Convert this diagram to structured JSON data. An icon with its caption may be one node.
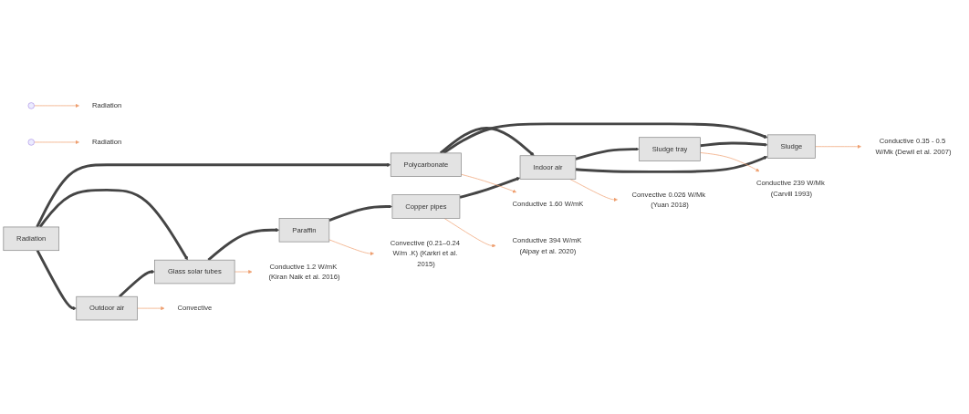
{
  "diagram": {
    "nodes": [
      {
        "text": [
          "Conductive 1.60 W/mK"
        ]
      },
      {
        "text": [
          "Polycarbonate"
        ]
      },
      {
        "text": [
          "Radiation"
        ]
      },
      {
        "text": [
          "Conductive 1.2 W/mK (Kiran Naik et al. 2016)"
        ]
      },
      {
        "text": [
          "Conductive 394 W/mK (Alpay et al. 2020)"
        ]
      },
      {
        "text": [
          "Convective 0.026 W/Mk (Yuan 2018)"
        ]
      },
      {
        "text": [
          "Conductive 239 W/Mk (Carvill 1993)"
        ]
      },
      {
        "text": [
          "Conductive 0.35 - 0.5 W/Mk (Dewil et al. 2007)"
        ]
      },
      {
        "text": [
          "Radiation"
        ]
      },
      {
        "text": [
          "Glass solar tubes"
        ]
      },
      {
        "text": [
          "Paraffin"
        ]
      },
      {
        "text": [
          "Copper pipes"
        ]
      },
      {
        "text": [
          "Indoor air"
        ]
      },
      {
        "text": [
          "Sludge tray"
        ]
      },
      {
        "text": [
          "Sludge"
        ]
      },
      {
        "text": [
          "Radiation"
        ]
      },
      {
        "text": [
          "Outdoor air"
        ]
      },
      {
        "text": [
          "Convective (0.21–0.24 W/m .K) (Karkri et al. 2015)"
        ]
      },
      {
        "text": [
          "Convective"
        ]
      }
    ],
    "edges": [
      {
        "from": 8,
        "to": 1,
        "arrow": "to"
      },
      {
        "from": 8,
        "to": 9,
        "arrow": "to"
      },
      {
        "from": 8,
        "to": 16,
        "arrow": "to"
      },
      {
        "from": 16,
        "to": 9,
        "arrow": "to"
      },
      {
        "from": 9,
        "to": 10,
        "arrow": "to"
      },
      {
        "from": 10,
        "to": 11,
        "arrow": "to"
      },
      {
        "from": 11,
        "to": 12,
        "arrow": "to"
      },
      {
        "from": 12,
        "to": 13,
        "arrow": "to"
      },
      {
        "from": 13,
        "to": 14,
        "arrow": "to"
      },
      {
        "from": 1,
        "to": 12,
        "arrow": "to"
      },
      {
        "from": 1,
        "to": 14,
        "arrow": "to"
      },
      {
        "from": 12,
        "to": 14,
        "arrow": "to"
      },
      {
        "from": 1,
        "to": 0,
        "arrow": "to",
        "color": "#f0a070"
      },
      {
        "from": null,
        "to": 2,
        "arrow": "to",
        "color": "#f0a070"
      },
      {
        "from": null,
        "to": 15,
        "arrow": "to",
        "color": "#f0a070"
      },
      {
        "from": 9,
        "to": 3,
        "arrow": "to",
        "color": "#f0a070"
      },
      {
        "from": 10,
        "to": 17,
        "arrow": "to",
        "color": "#f0a070"
      },
      {
        "from": 11,
        "to": 4,
        "arrow": "to",
        "color": "#f0a070"
      },
      {
        "from": 12,
        "to": 5,
        "arrow": "to",
        "color": "#f0a070"
      },
      {
        "from": 13,
        "to": 6,
        "arrow": "to",
        "color": "#f0a070"
      },
      {
        "from": 14,
        "to": 7,
        "arrow": "to",
        "color": "#f0a070"
      },
      {
        "from": 16,
        "to": 18,
        "arrow": "to",
        "color": "#f0a070"
      }
    ]
  }
}
